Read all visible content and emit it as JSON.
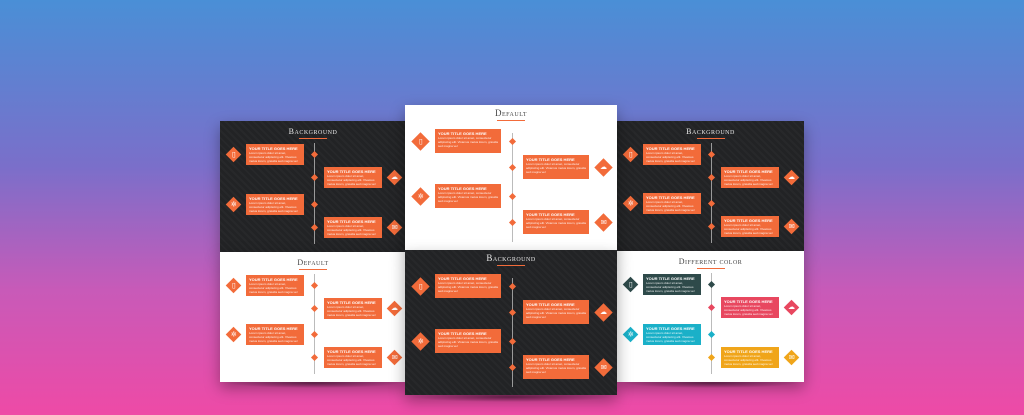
{
  "colors": {
    "orange": "#f26b3a",
    "teal_dark": "#2e4a4a",
    "red": "#e8475f",
    "cyan": "#1ab0c8",
    "yellow": "#f0a51a"
  },
  "card_title": "YOUR TITLE GOES HERE",
  "card_body": "Lorem ipsum dolor sit amet, consectetur adipiscing elit. Vivamus metus lorem, gravida sed magna vel",
  "slides": [
    {
      "id": "tl",
      "title": "Background",
      "theme": "dark"
    },
    {
      "id": "bl",
      "title": "Default",
      "theme": "light"
    },
    {
      "id": "tc",
      "title": "Default",
      "theme": "light"
    },
    {
      "id": "bc",
      "title": "Background",
      "theme": "dark"
    },
    {
      "id": "tr",
      "title": "Background",
      "theme": "dark"
    },
    {
      "id": "br",
      "title": "Different color",
      "theme": "light"
    }
  ],
  "icons": [
    "phone-icon",
    "cloud-icon",
    "gear-icon",
    "mail-icon"
  ]
}
